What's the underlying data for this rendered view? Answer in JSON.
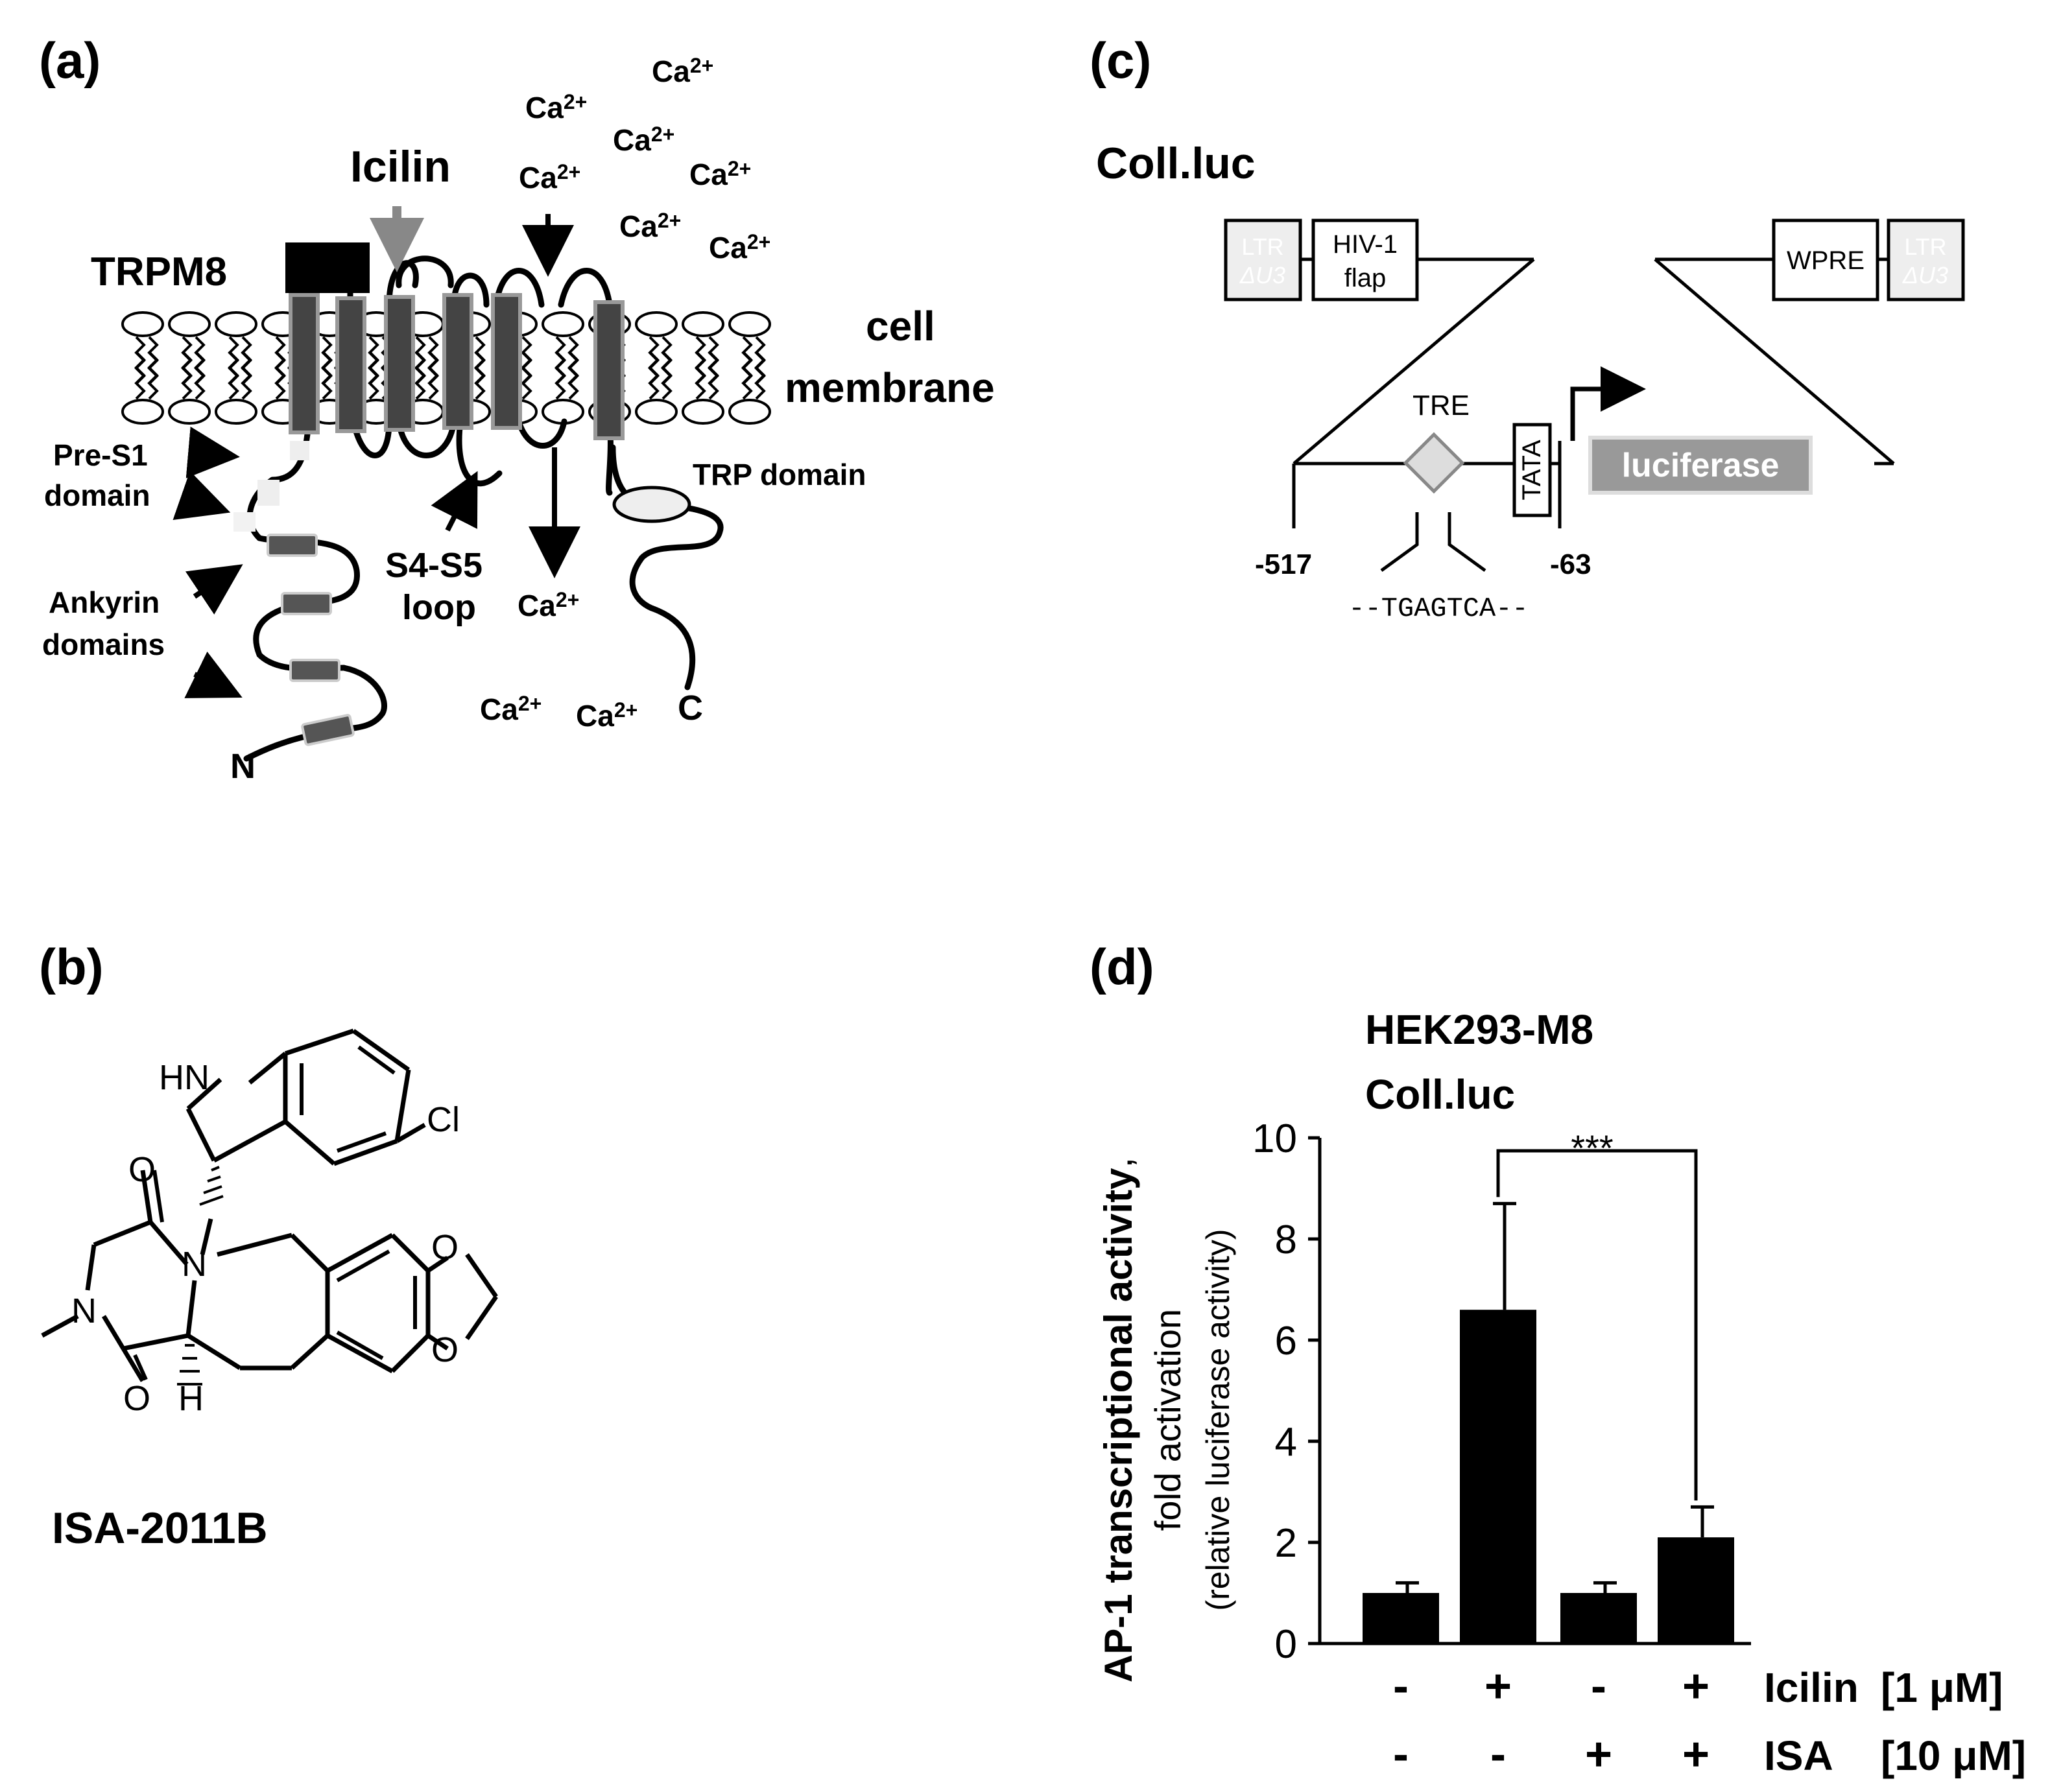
{
  "panel_a": {
    "label": "(a)",
    "channel_name": "TRPM8",
    "agonist": "Icilin",
    "membrane_line1": "cell",
    "membrane_line2": "membrane",
    "pre_s1_line1": "Pre-S1",
    "pre_s1_line2": "domain",
    "ankyrin_line1": "Ankyrin",
    "ankyrin_line2": "domains",
    "s4s5_line1": "S4-S5",
    "s4s5_line2": "loop",
    "trp_domain": "TRP domain",
    "n_term": "N",
    "c_term": "C",
    "ion": "Ca",
    "ion_charge": "2+"
  },
  "panel_b": {
    "label": "(b)",
    "compound_name": "ISA-2011B",
    "atoms": {
      "hn": "HN",
      "cl": "Cl",
      "o": "O",
      "n": "N",
      "h": "H"
    }
  },
  "panel_c": {
    "label": "(c)",
    "construct_name": "Coll.luc",
    "ltr": "LTR",
    "delta_u3": "ΔU3",
    "flap_line1": "HIV-1",
    "flap_line2": "flap",
    "wpre": "WPRE",
    "tre": "TRE",
    "tata": "TATA",
    "reporter": "luciferase",
    "pos_left": "-517",
    "pos_right": "-63",
    "sequence": "--TGAGTCA--"
  },
  "panel_d": {
    "label": "(d)",
    "title_line1": "HEK293-M8",
    "title_line2": "Coll.luc",
    "ylabel_bold": "AP-1 transcriptional activity",
    "ylabel_comma": ",",
    "ylabel_line2": "fold activation",
    "ylabel_line3": "(relative luciferase activity)",
    "significance": "***",
    "treat_row1": "Icilin",
    "treat_row1_conc": "[1 μM]",
    "treat_row2": "ISA",
    "treat_row2_conc": "[10 μM]"
  },
  "chart_data": {
    "type": "bar",
    "categories": [
      "- / -",
      "+ / -",
      "- / +",
      "+ / +"
    ],
    "icilin": [
      "-",
      "+",
      "-",
      "+"
    ],
    "isa": [
      "-",
      "-",
      "+",
      "+"
    ],
    "values": [
      1.0,
      6.6,
      1.0,
      2.1
    ],
    "errors": [
      0.2,
      2.1,
      0.2,
      0.6
    ],
    "ylim": [
      0,
      10
    ],
    "yticks": [
      0,
      2,
      4,
      6,
      8,
      10
    ],
    "bar_color": "#000000",
    "significance_pair": [
      1,
      3
    ]
  }
}
